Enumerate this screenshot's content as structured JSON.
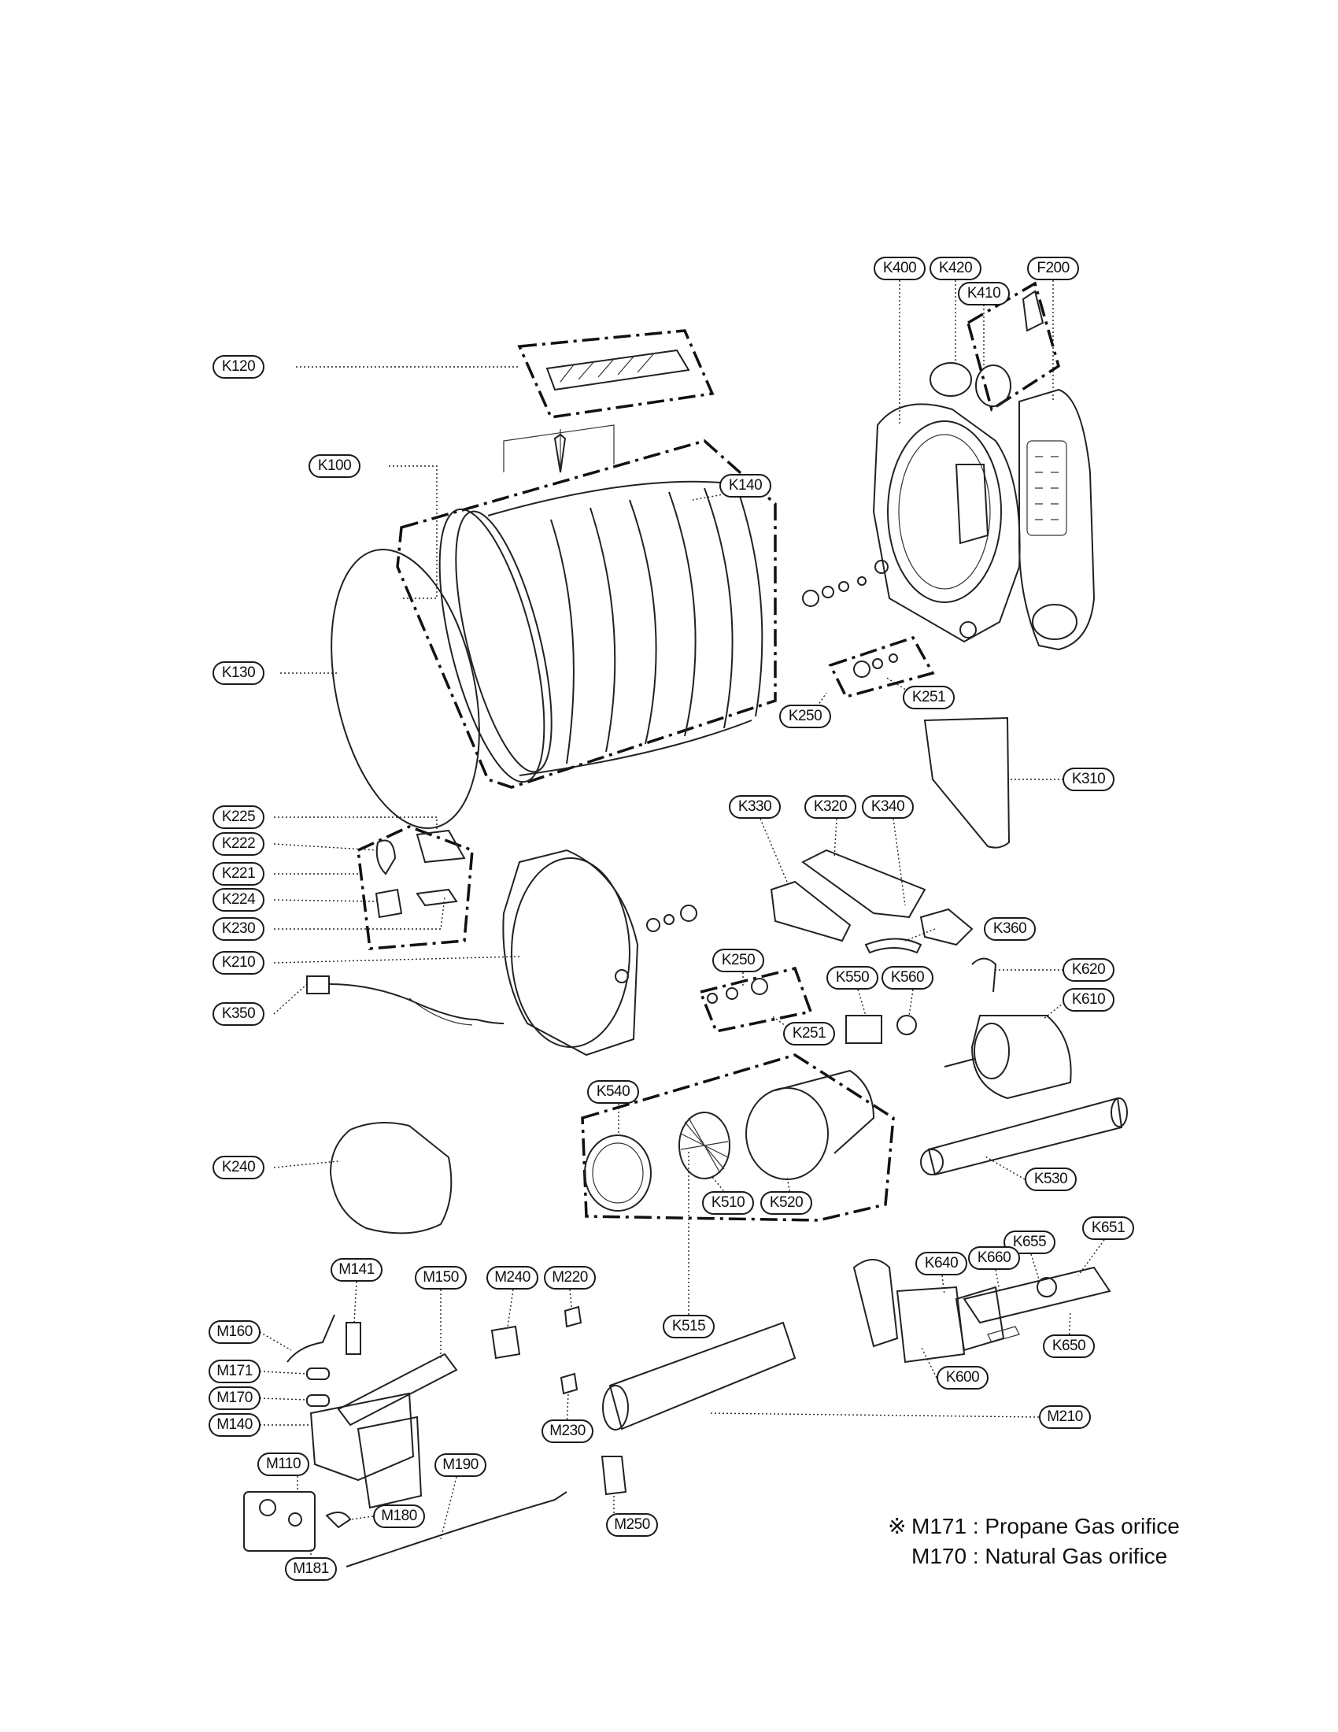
{
  "callouts": [
    {
      "id": "K400",
      "label": "K400"
    },
    {
      "id": "K420",
      "label": "K420"
    },
    {
      "id": "F200",
      "label": "F200"
    },
    {
      "id": "K410",
      "label": "K410"
    },
    {
      "id": "K120",
      "label": "K120"
    },
    {
      "id": "K100",
      "label": "K100"
    },
    {
      "id": "K140",
      "label": "K140"
    },
    {
      "id": "K130",
      "label": "K130"
    },
    {
      "id": "K251a",
      "label": "K251"
    },
    {
      "id": "K250a",
      "label": "K250"
    },
    {
      "id": "K310",
      "label": "K310"
    },
    {
      "id": "K225",
      "label": "K225"
    },
    {
      "id": "K330",
      "label": "K330"
    },
    {
      "id": "K320",
      "label": "K320"
    },
    {
      "id": "K340",
      "label": "K340"
    },
    {
      "id": "K222",
      "label": "K222"
    },
    {
      "id": "K221",
      "label": "K221"
    },
    {
      "id": "K224",
      "label": "K224"
    },
    {
      "id": "K230",
      "label": "K230"
    },
    {
      "id": "K360",
      "label": "K360"
    },
    {
      "id": "K210",
      "label": "K210"
    },
    {
      "id": "K250b",
      "label": "K250"
    },
    {
      "id": "K620",
      "label": "K620"
    },
    {
      "id": "K550",
      "label": "K550"
    },
    {
      "id": "K560",
      "label": "K560"
    },
    {
      "id": "K610",
      "label": "K610"
    },
    {
      "id": "K350",
      "label": "K350"
    },
    {
      "id": "K251b",
      "label": "K251"
    },
    {
      "id": "K540",
      "label": "K540"
    },
    {
      "id": "K240",
      "label": "K240"
    },
    {
      "id": "K530",
      "label": "K530"
    },
    {
      "id": "K510",
      "label": "K510"
    },
    {
      "id": "K520",
      "label": "K520"
    },
    {
      "id": "K515",
      "label": "K515"
    },
    {
      "id": "K651",
      "label": "K651"
    },
    {
      "id": "K655",
      "label": "K655"
    },
    {
      "id": "K660",
      "label": "K660"
    },
    {
      "id": "K640",
      "label": "K640"
    },
    {
      "id": "M141",
      "label": "M141"
    },
    {
      "id": "M150",
      "label": "M150"
    },
    {
      "id": "M240",
      "label": "M240"
    },
    {
      "id": "M220",
      "label": "M220"
    },
    {
      "id": "M160",
      "label": "M160"
    },
    {
      "id": "K650",
      "label": "K650"
    },
    {
      "id": "M171",
      "label": "M171"
    },
    {
      "id": "K600",
      "label": "K600"
    },
    {
      "id": "M170",
      "label": "M170"
    },
    {
      "id": "M210",
      "label": "M210"
    },
    {
      "id": "M140",
      "label": "M140"
    },
    {
      "id": "M230",
      "label": "M230"
    },
    {
      "id": "M110",
      "label": "M110"
    },
    {
      "id": "M190",
      "label": "M190"
    },
    {
      "id": "M180",
      "label": "M180"
    },
    {
      "id": "M250",
      "label": "M250"
    },
    {
      "id": "M181",
      "label": "M181"
    }
  ],
  "notes": {
    "mark": "※",
    "line1": "M171 : Propane Gas orifice",
    "line2": "M170 : Natural Gas orifice"
  }
}
